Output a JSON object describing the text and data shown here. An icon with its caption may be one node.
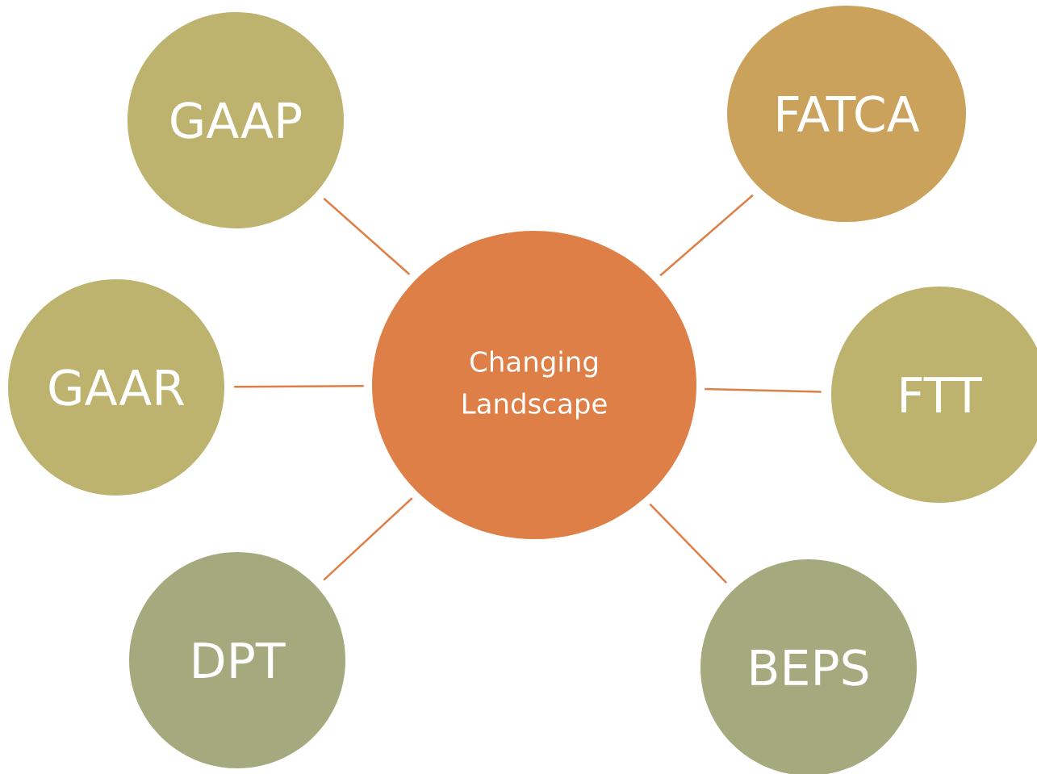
{
  "diagram": {
    "nodes": [
      {
        "text": [
          "GAAP"
        ]
      },
      {
        "text": [
          "FATCA"
        ]
      },
      {
        "text": [
          "Changing Landscape"
        ]
      },
      {
        "text": [
          "GAAR"
        ]
      },
      {
        "text": [
          "FTT"
        ]
      },
      {
        "text": [
          "DPT"
        ]
      },
      {
        "text": [
          "BEPS"
        ]
      }
    ],
    "edges": [
      {
        "from": 2,
        "to": 0,
        "arrow": "none"
      },
      {
        "from": 2,
        "to": 1,
        "arrow": "none"
      },
      {
        "from": 2,
        "to": 3,
        "arrow": "none"
      },
      {
        "from": 2,
        "to": 4,
        "arrow": "none"
      },
      {
        "from": 2,
        "to": 5,
        "arrow": "none"
      },
      {
        "from": 2,
        "to": 6,
        "arrow": "none"
      }
    ]
  }
}
